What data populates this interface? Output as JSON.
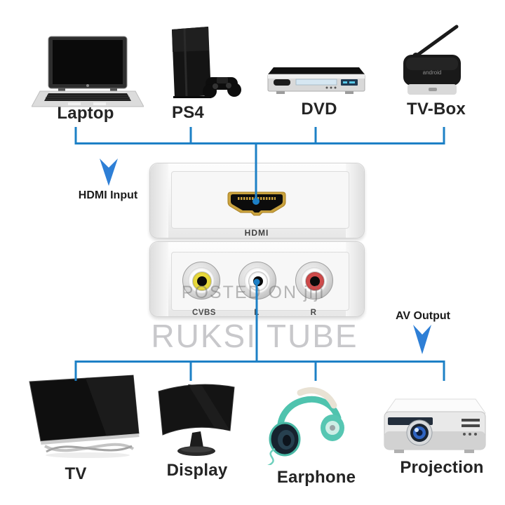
{
  "colors": {
    "line": "#1d80c6",
    "arrow": "#2e7fd6",
    "watermark1": "rgba(115,115,115,0.5)",
    "watermark2": "#c8c8cb"
  },
  "top_devices": [
    {
      "label": "Laptop"
    },
    {
      "label": "PS4"
    },
    {
      "label": "DVD"
    },
    {
      "label": "TV-Box"
    }
  ],
  "bottom_devices": [
    {
      "label": "TV"
    },
    {
      "label": "Display"
    },
    {
      "label": "Earphone"
    },
    {
      "label": "Projection"
    }
  ],
  "converter": {
    "port_label": "HDMI",
    "jacks": [
      {
        "label": "CVBS",
        "color": "#e8d93c"
      },
      {
        "label": "L",
        "color": "#ffffff"
      },
      {
        "label": "R",
        "color": "#cf4b4b"
      }
    ]
  },
  "annotations": {
    "input": "HDMI Input",
    "output": "AV Output"
  },
  "watermark": {
    "line1": "POSTED ON jiji",
    "line2": "RUKSI TUBE"
  },
  "tv_box_brand": "android"
}
